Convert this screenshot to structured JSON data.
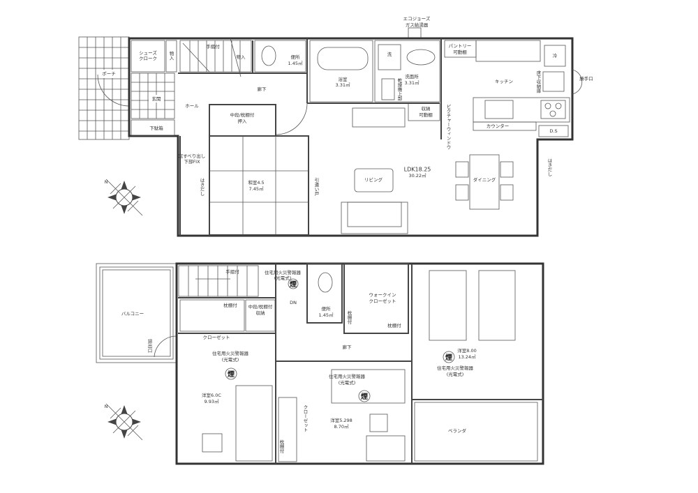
{
  "floor1": {
    "water_heater": [
      "エコジョーズ",
      "ガス給湯器"
    ],
    "porch": "ポーチ",
    "shoe_cloak": [
      "シューズ",
      "クローク"
    ],
    "storage_small": "物入",
    "entrance": "玄関",
    "shoe_box": "下駄箱",
    "hall": "ホール",
    "stairs_handrail": "手摺付",
    "stairs_storage": "物入",
    "toilet": {
      "name": "便所",
      "area": "1.45㎡"
    },
    "bath": {
      "name": "浴室",
      "area": "3.31㎡"
    },
    "washroom": {
      "name": "洗面所",
      "area": "3.31㎡"
    },
    "washer": "洗",
    "dryer_note": "乾燥機上部",
    "washroom_storage": [
      "収納",
      "可動棚"
    ],
    "corridor": "廊下",
    "closet": [
      "中段/枕棚付",
      "押入"
    ],
    "window_note": [
      "窓すべり出し",
      "下部FIX"
    ],
    "japanese_room": {
      "name": "和室4.5",
      "area": "7.45㎡"
    },
    "sweep_window_left": "はきだし",
    "sliding_door": "引違い戸",
    "ldk": {
      "name": "LDK18.25",
      "area": "30.22㎡"
    },
    "living": "リビング",
    "pantry": [
      "パントリー",
      "可動棚"
    ],
    "kitchen": "キッチン",
    "fridge": "冷",
    "underfloor_storage": "床下収納庫",
    "back_door": "勝手口",
    "counter": "カウンター",
    "ds": "D.S",
    "picture_window": "ピクチャーウィンドウ",
    "dining": "ダイニング",
    "sweep_window_right": "はきだし"
  },
  "floor2": {
    "balcony": "バルコニー",
    "balcony_door": "掃出口",
    "stairs_handrail": "手摺付",
    "smoke_symbol": "煙",
    "alarm": [
      "住宅用火災警報器",
      "(光電式)"
    ],
    "shelf1": "枕棚付",
    "storage": [
      "中段/枕棚付",
      "収納"
    ],
    "closet": "クローゼット",
    "dn": "DN",
    "toilet": {
      "name": "便所",
      "area": "1.45㎡"
    },
    "wic": [
      "ウォークイン",
      "クローゼット"
    ],
    "wic_shelf_a": "枕棚付",
    "wic_shelf_b": "枕棚付",
    "corridor": "廊下",
    "room_west": {
      "name": "洋室6.0C",
      "area": "9.93㎡"
    },
    "room_mid": {
      "name": "洋室5.298",
      "area": "8.70㎡"
    },
    "room_mid_closet": "クローゼット",
    "room_mid_shelf": "枕棚付",
    "room_east": {
      "name": "洋室8.00",
      "area": "13.24㎡"
    },
    "veranda": "ベランダ"
  },
  "compass": {
    "north_label": "N"
  }
}
